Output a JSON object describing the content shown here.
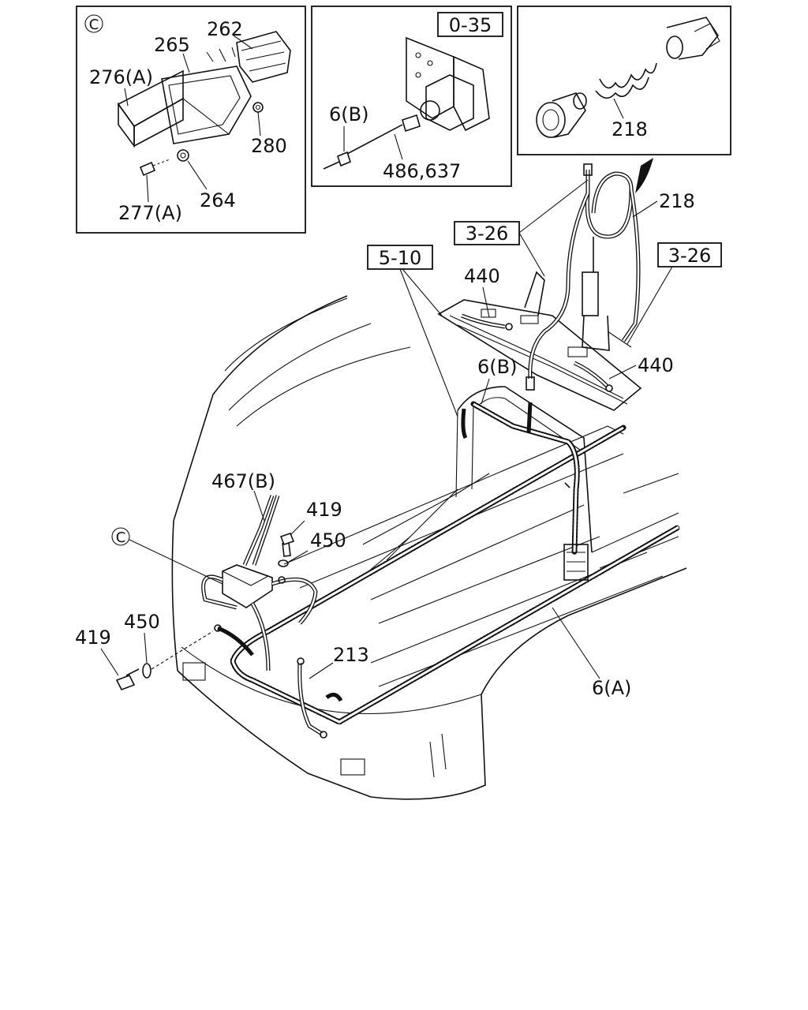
{
  "inset_c": {
    "marker": "C",
    "labels": {
      "l262": "262",
      "l265": "265",
      "l276a": "276(A)",
      "l280": "280",
      "l277a": "277(A)",
      "l264": "264"
    }
  },
  "inset_middle": {
    "ref_box": "0-35",
    "labels": {
      "l6b": "6(B)",
      "l486": "486,637"
    }
  },
  "inset_right": {
    "labels": {
      "l218": "218"
    }
  },
  "main": {
    "marker": "C",
    "ref_boxes": {
      "r326a": "3-26",
      "r326b": "3-26",
      "r510": "5-10"
    },
    "labels": {
      "l218": "218",
      "l440a": "440",
      "l440b": "440",
      "l6b": "6(B)",
      "l467b": "467(B)",
      "l419a": "419",
      "l450a": "450",
      "l450b": "450",
      "l419b": "419",
      "l213": "213",
      "l6a": "6(A)"
    }
  }
}
